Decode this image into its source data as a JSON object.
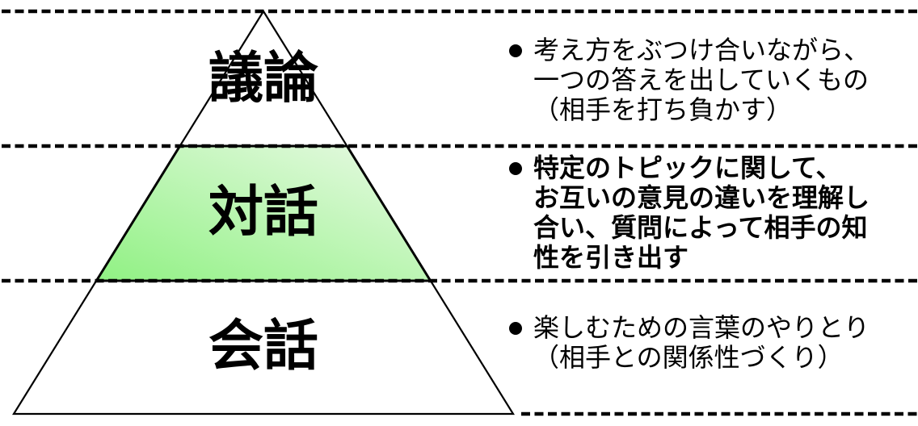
{
  "pyramid": {
    "levels": [
      {
        "id": "giron",
        "label": "議論"
      },
      {
        "id": "taiwa",
        "label": "対話"
      },
      {
        "id": "kaiwa",
        "label": "会話"
      }
    ],
    "colors": {
      "outline": "#000000",
      "divider": "#000000",
      "triangle_fill": "#ffffff",
      "taiwa_gradient_start": "#90f183",
      "taiwa_gradient_end": "#eafae6",
      "background": "#ffffff"
    }
  },
  "bullets": [
    {
      "bold": false,
      "lines": [
        "考え方をぶつけ合いながら、",
        "一つの答えを出していくもの",
        "（相手を打ち負かす）"
      ]
    },
    {
      "bold": true,
      "lines": [
        "特定のトピックに関して、",
        "お互いの意見の違いを理解し",
        "合い、質問によって相手の知",
        "性を引き出す"
      ]
    },
    {
      "bold": false,
      "lines": [
        "楽しむための言葉のやりとり",
        "（相手との関係性づくり）"
      ]
    }
  ]
}
